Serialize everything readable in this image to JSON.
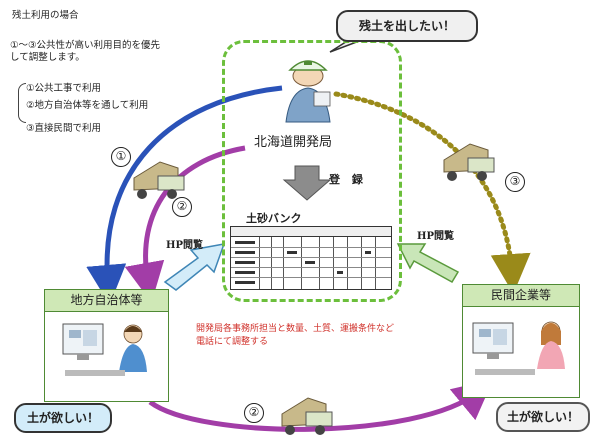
{
  "notes": {
    "title": "残土利用の場合",
    "policy_line1": "①～③公共性が高い利用目的を優先",
    "policy_line2": "して調整します。",
    "options": [
      "①公共工事で利用",
      "②地方自治体等を通して利用",
      "③直接民間で利用"
    ]
  },
  "speech": {
    "top": "残土を出したい！",
    "left": "土が欲しい！",
    "right": "土が欲しい！"
  },
  "center": {
    "bureau": "北海道開発局",
    "register": "登 録",
    "bank": "土砂バンク",
    "table_title": "土砂バンク"
  },
  "entities": {
    "local": "地方自治体等",
    "company": "民間企業等"
  },
  "hp_browse": "HP閲覧",
  "coordination": {
    "line1": "開発局各事務所担当と数量、土質、運搬条件など",
    "line2": "電話にて調整する"
  },
  "route_numbers": {
    "one": "①",
    "two": "②",
    "three": "③"
  },
  "colors": {
    "route1": "#2a52b8",
    "route2": "#a23da7",
    "route3": "#9a8a1a",
    "dashed_frame": "#6cbf3c",
    "entity_header": "#cfe8b6",
    "coord_text": "#d0302a"
  }
}
